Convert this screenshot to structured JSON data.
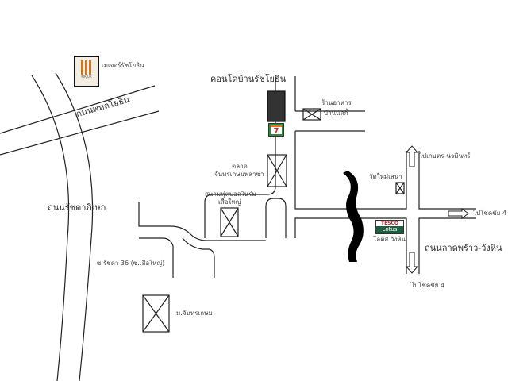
{
  "labels": {
    "major_mall": "เมเจอร์รัชโยธิน",
    "phahonyothin_rd": "ถนนพหลโยธิน",
    "condo": "คอนโดบ้านรัชโยธิน",
    "restaurant_1": "ร้านอาหาร",
    "restaurant_2": "บ้านนิดกี้",
    "market_1": "ตลาด",
    "market_2": "จันทรเกษมพลาซ่า",
    "football_1": "สนามฟุตบอลในร่ม",
    "football_2": "เสือใหญ่",
    "ratchada_rd": "ถนนรัชดาภิเษก",
    "soi": "ซ.รัชดา 36 (ซ.เสือใหญ่)",
    "village": "ม.จันทรเกษม",
    "to_kaset": "ไปเกษตร-นวมินทร์",
    "temple": "วัดใหม่เสนา",
    "to_chokchai_right": "ไปโชคชัย 4",
    "to_chokchai_down": "ไปโชคชัย 4",
    "lotus": "โลตัส วังหิน",
    "ladprao_rd": "ถนนลาดพร้าว-วังหิน"
  },
  "logos": {
    "major": "MAJOR",
    "tesco_top": "TESCO",
    "tesco_bottom": "Lotus",
    "seven_eleven": "7"
  },
  "colors": {
    "road": "#222222",
    "tesco_green": "#1f5f3f",
    "tesco_red": "#c0272d",
    "seven_green": "#2a8a3a",
    "seven_orange": "#e8731c"
  }
}
